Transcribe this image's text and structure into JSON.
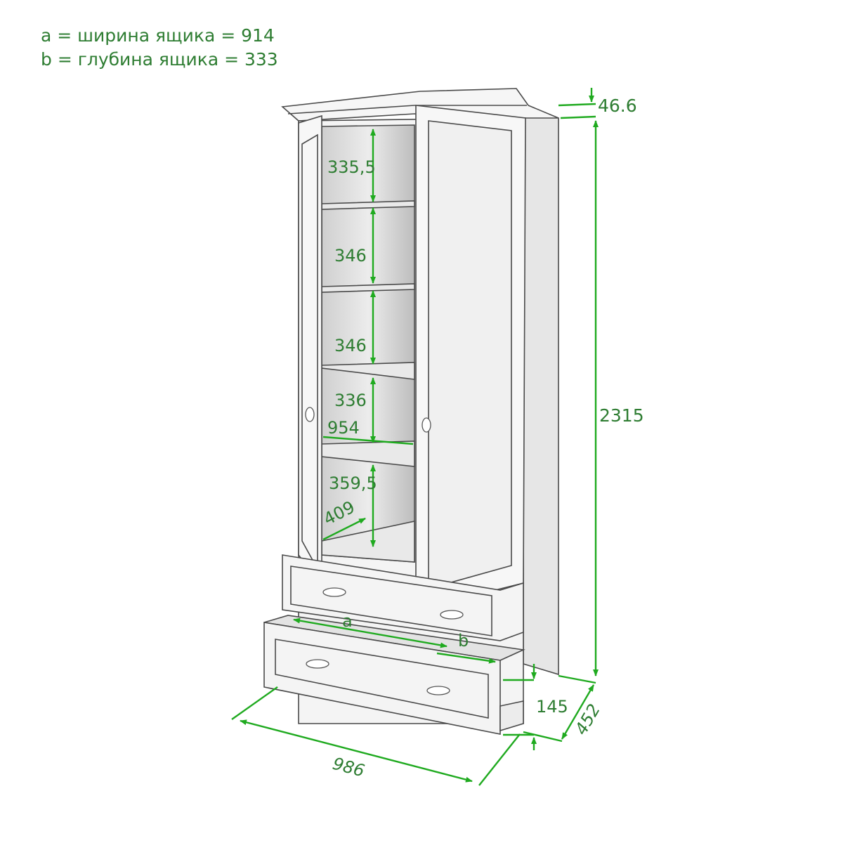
{
  "legend": {
    "line_a": "a = ширина ящика = 914",
    "line_b": "b = глубина ящика = 333"
  },
  "dimensions": {
    "cornice": "46.6",
    "height": "2315",
    "plinth": "145",
    "depth": "452",
    "width": "986",
    "inner_width": "954",
    "shelf_depth": "409",
    "shelf_1": "335,5",
    "shelf_2": "346",
    "shelf_3": "346",
    "shelf_4": "336",
    "shelf_5": "359,5",
    "drawer_a": "a",
    "drawer_b": "b"
  },
  "colors": {
    "dimension": "#2e7d32",
    "arrow": "#1faa1f",
    "outline": "#4a4a4a",
    "body": "#f2f2f2",
    "interior": "#d8d8d8"
  }
}
